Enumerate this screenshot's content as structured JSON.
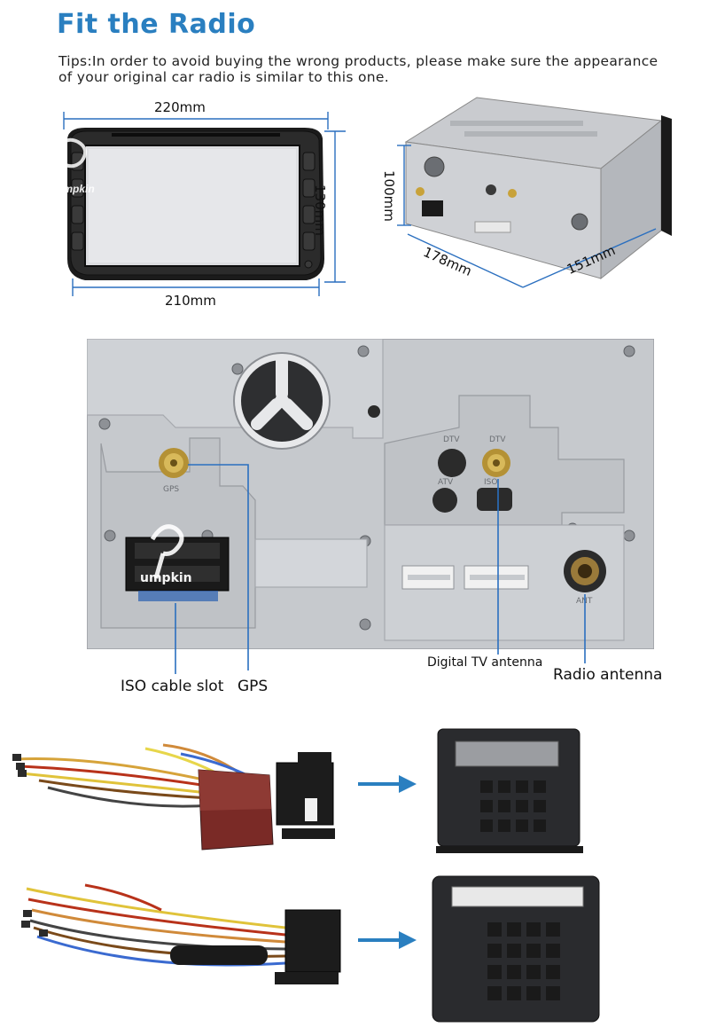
{
  "header": {
    "title": "Fit the Radio",
    "tips": "Tips:In order to avoid buying the wrong products, please make sure the appearance of your original car radio is similar to this one."
  },
  "front_view": {
    "width_top": "220mm",
    "width_bottom": "210mm",
    "height": "130mm",
    "brand_watermark": "umpkin"
  },
  "chassis_view": {
    "height": "100mm",
    "depth": "178mm",
    "width": "151mm"
  },
  "rear_panel": {
    "brand_watermark": "umpkin",
    "port_labels": {
      "gps_small": "GPS",
      "dtv_1": "DTV",
      "dtv_2": "DTV",
      "atv": "ATV",
      "iso": "ISO",
      "ant": "ANT"
    },
    "callouts": {
      "iso_cable_slot": "ISO cable slot",
      "gps": "GPS",
      "digital_tv_antenna": "Digital TV antenna",
      "radio_antenna": "Radio antenna"
    }
  },
  "colors": {
    "title": "#2a7fc0",
    "callout_line": "#2a6fbf",
    "arrow": "#2a7fc0",
    "panel": "#c6c9cd"
  },
  "icons": [
    "right-arrow-icon",
    "right-arrow-icon"
  ]
}
